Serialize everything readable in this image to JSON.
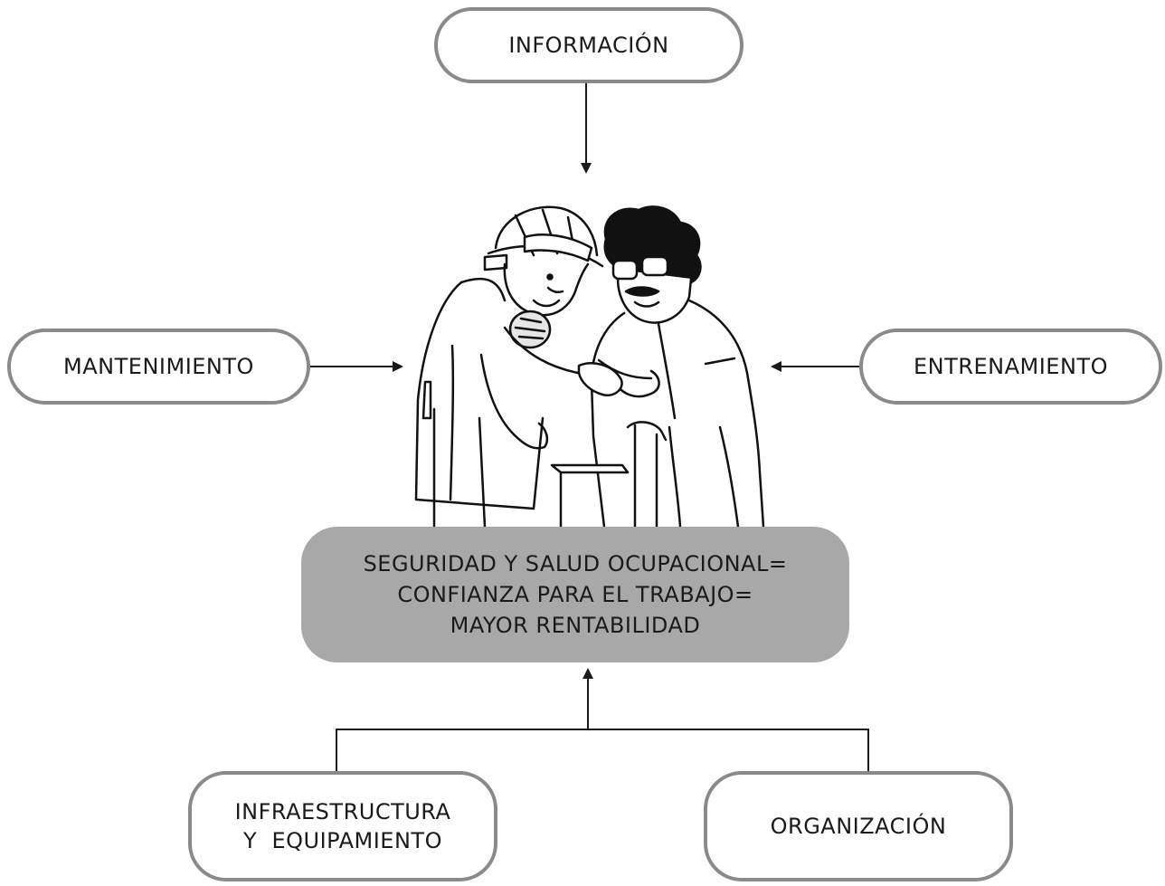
{
  "nodes": {
    "informacion": {
      "label": "INFORMACIÓN"
    },
    "mantenimiento": {
      "label": "MANTENIMIENTO"
    },
    "entrenamiento": {
      "label": "ENTRENAMIENTO"
    },
    "infraestructura": {
      "lines": [
        "INFRAESTRUCTURA",
        "Y  EQUIPAMIENTO"
      ]
    },
    "organizacion": {
      "label": "ORGANIZACIÓN"
    },
    "center": {
      "lines": [
        "SEGURIDAD Y SALUD OCUPACIONAL=",
        "CONFIANZA PARA EL TRABAJO=",
        "MAYOR RENTABILIDAD"
      ]
    }
  },
  "edges": [
    {
      "from": "informacion",
      "to": "center",
      "direction": "down"
    },
    {
      "from": "mantenimiento",
      "to": "center",
      "direction": "right"
    },
    {
      "from": "entrenamiento",
      "to": "center",
      "direction": "left"
    },
    {
      "from": "infraestructura",
      "to": "center",
      "direction": "up"
    },
    {
      "from": "organizacion",
      "to": "center",
      "direction": "up"
    }
  ],
  "colors": {
    "box_border": "#8a8a8a",
    "center_fill": "#a8a8a8",
    "line": "#1a1a1a"
  },
  "illustration": {
    "subject": "two workers shaking hands",
    "icon": "handshake-workers-illustration"
  }
}
